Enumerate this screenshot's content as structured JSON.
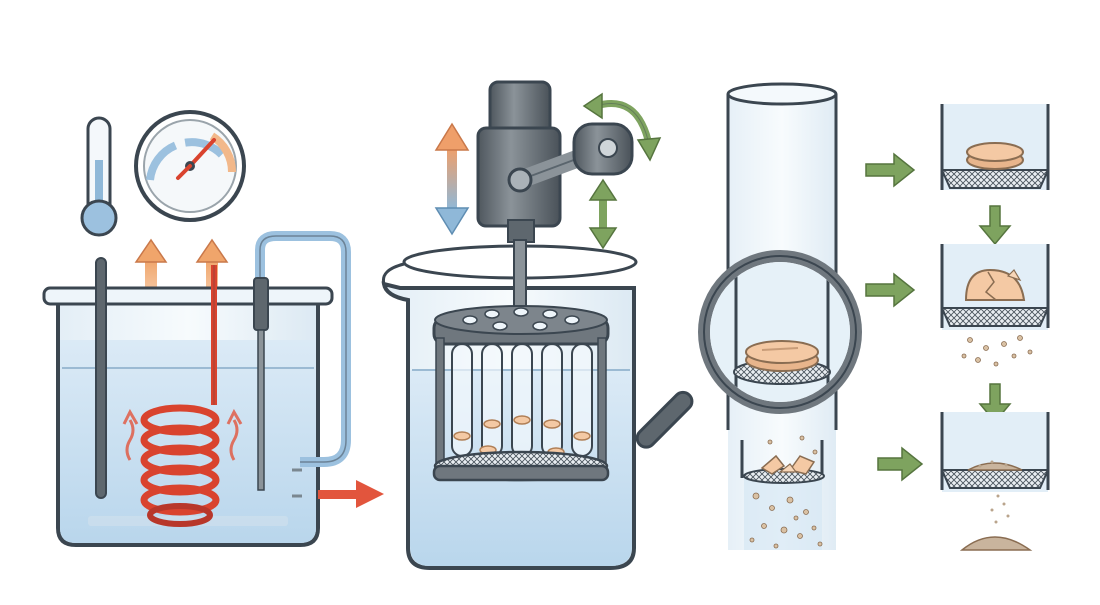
{
  "diagram": {
    "panels": [
      {
        "id": "water-bath",
        "icons": [
          "thermometer-icon",
          "pressure-gauge-icon",
          "heating-coil-icon",
          "heat-rising-arrow-icon",
          "water-outflow-arrow-icon"
        ]
      },
      {
        "id": "disintegration-apparatus",
        "icons": [
          "motor-icon",
          "reciprocating-crank-icon",
          "up-down-arrow-icon",
          "rotation-arrow-icon",
          "basket-rack-icon",
          "beaker-icon"
        ]
      },
      {
        "id": "tablet-inspection",
        "icons": [
          "glass-tube-icon",
          "magnifier-icon",
          "tablet-icon",
          "mesh-screen-icon",
          "fragments-icon"
        ]
      },
      {
        "id": "disintegration-stages",
        "stages": [
          "intact-tablet",
          "cracking-tablet",
          "fully-disintegrated"
        ]
      }
    ],
    "colors": {
      "outline": "#3b4650",
      "water": "#cfe4f3",
      "glass": "#eef6fb",
      "heat": "#e2553d",
      "warm_arrow": "#f0a56b",
      "cool_arrow": "#8fb8d8",
      "green_arrow": "#7ea35f",
      "tablet": "#f4c9a4",
      "steel": "#6f777e"
    }
  }
}
